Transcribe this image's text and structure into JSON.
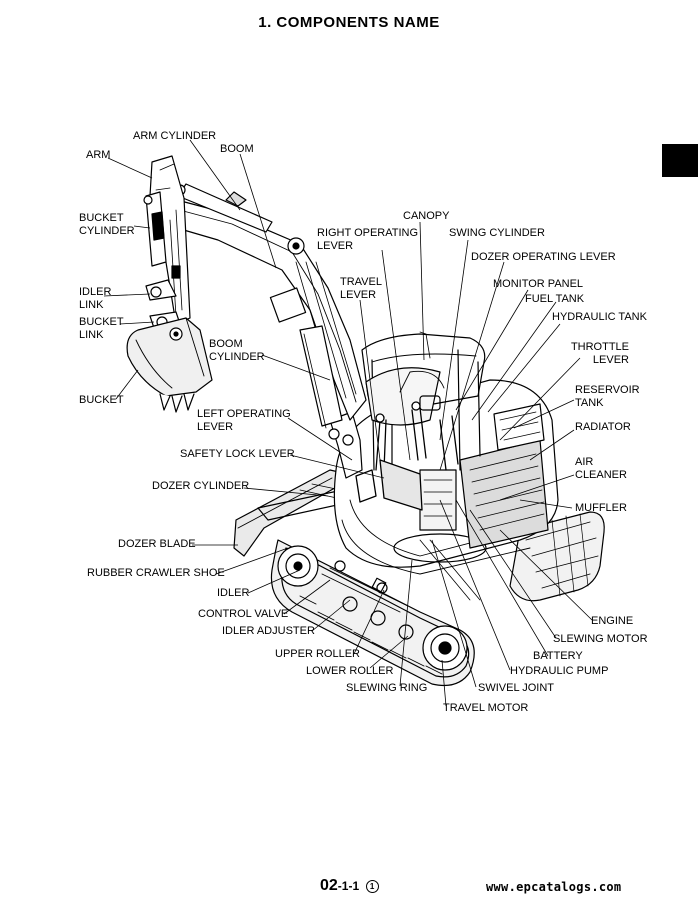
{
  "page": {
    "title": "1.  COMPONENTS  NAME",
    "page_number": "02",
    "page_number_suffix": "-1-1",
    "revision": "1",
    "watermark": "www.epcatalogs.com"
  },
  "labels": {
    "arm_cylinder": "ARM CYLINDER",
    "boom": "BOOM",
    "arm": "ARM",
    "bucket_cylinder": "BUCKET\nCYLINDER",
    "idler_link": "IDLER\nLINK",
    "bucket_link": "BUCKET\nLINK",
    "bucket": "BUCKET",
    "boom_cylinder": "BOOM\nCYLINDER",
    "canopy": "CANOPY",
    "right_operating_lever": "RIGHT OPERATING\nLEVER",
    "swing_cylinder": "SWING CYLINDER",
    "dozer_operating_lever": "DOZER OPERATING LEVER",
    "travel_lever": "TRAVEL\nLEVER",
    "monitor_panel": "MONITOR PANEL",
    "fuel_tank": "FUEL TANK",
    "hydraulic_tank": "HYDRAULIC TANK",
    "throttle_lever": "THROTTLE\nLEVER",
    "reservoir_tank": "RESERVOIR\nTANK",
    "radiator": "RADIATOR",
    "air_cleaner": "AIR\nCLEANER",
    "muffler": "MUFFLER",
    "left_operating_lever": "LEFT OPERATING\nLEVER",
    "safety_lock_lever": "SAFETY LOCK LEVER",
    "dozer_cylinder": "DOZER CYLINDER",
    "dozer_blade": "DOZER BLADE",
    "rubber_crawler_shoe": "RUBBER CRAWLER SHOE",
    "idler": "IDLER",
    "control_valve": "CONTROL VALVE",
    "idler_adjuster": "IDLER ADJUSTER",
    "upper_roller": "UPPER ROLLER",
    "lower_roller": "LOWER ROLLER",
    "slewing_ring": "SLEWING RING",
    "swivel_joint": "SWIVEL JOINT",
    "travel_motor": "TRAVEL MOTOR",
    "hydraulic_pump": "HYDRAULIC PUMP",
    "battery": "BATTERY",
    "slewing_motor": "SLEWING MOTOR",
    "engine": "ENGINE"
  }
}
